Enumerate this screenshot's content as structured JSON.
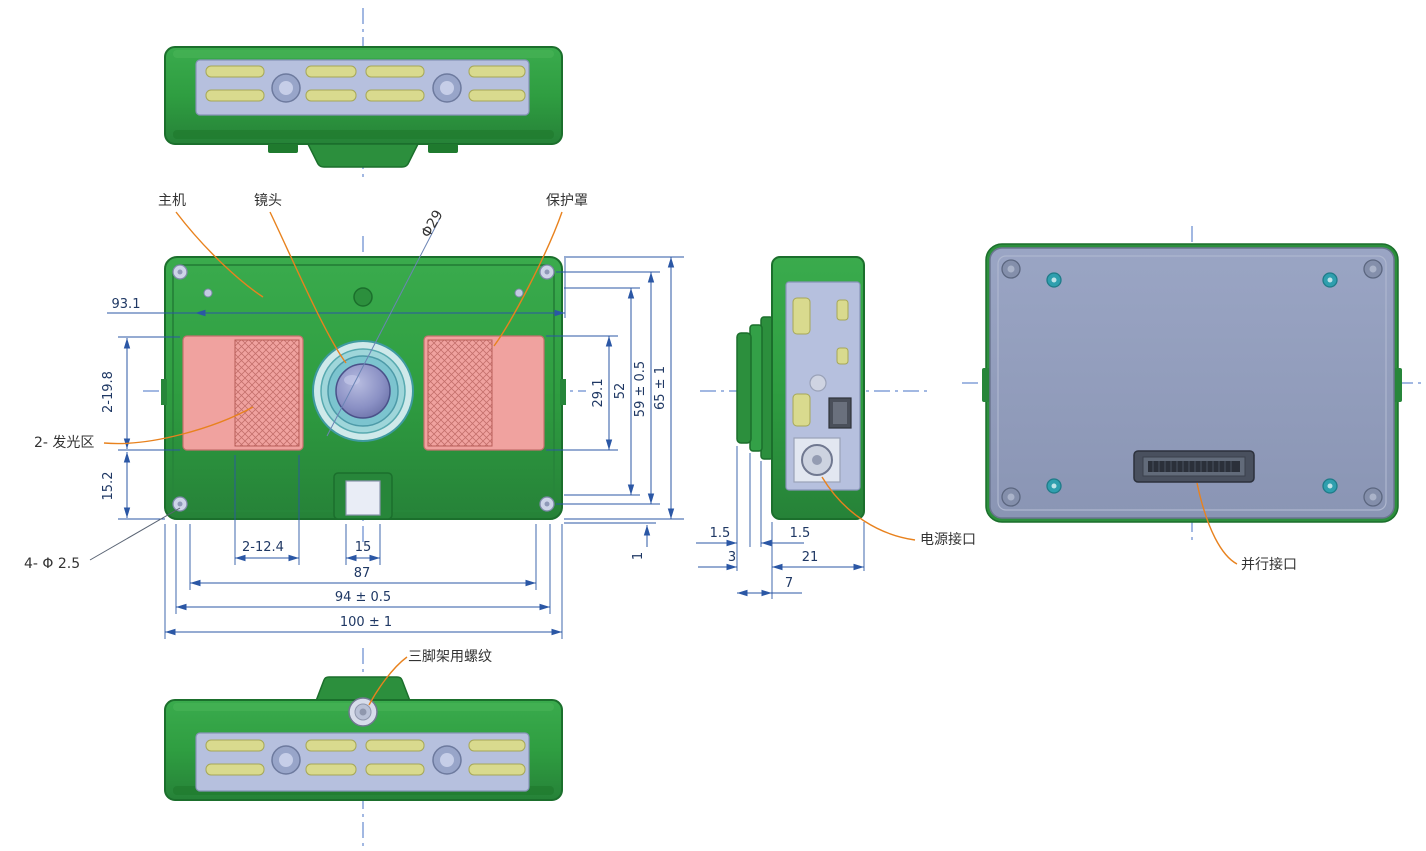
{
  "drawing": {
    "labels": {
      "main_unit": "主机",
      "lens": "镜头",
      "protective_cover": "保护罩",
      "lens_diameter": "Φ29",
      "emitting_area": "2- 发光区",
      "mounting_holes": "4- Φ 2.5",
      "tripod_thread": "三脚架用螺纹",
      "power_port": "电源接口",
      "parallel_port": "并行接口"
    },
    "dims_front": {
      "d93_1": "93.1",
      "d2_19_8": "2-19.8",
      "d15_2": "15.2",
      "d2_12_4": "2-12.4",
      "d15": "15",
      "d87": "87",
      "d94": "94 ± 0.5",
      "d100": "100 ± 1",
      "d29_1": "29.1",
      "d52": "52",
      "d59": "59 ± 0.5",
      "d65": "65 ± 1",
      "d1": "1"
    },
    "dims_side": {
      "d1_5_left": "1.5",
      "d1_5_right": "1.5",
      "d3": "3",
      "d21": "21",
      "d7": "7"
    },
    "colors": {
      "body_green": "#2f9e41",
      "panel_blue": "#b6c0de",
      "slot_yellow": "#d9da8e",
      "emitting_pink": "#f0a29f",
      "lens_teal": "#7cc4cf",
      "back_gray": "#96a1bf",
      "dimension_blue": "#2b57a5",
      "centerline_blue": "#4472c4",
      "leader_orange": "#e8821e"
    }
  }
}
